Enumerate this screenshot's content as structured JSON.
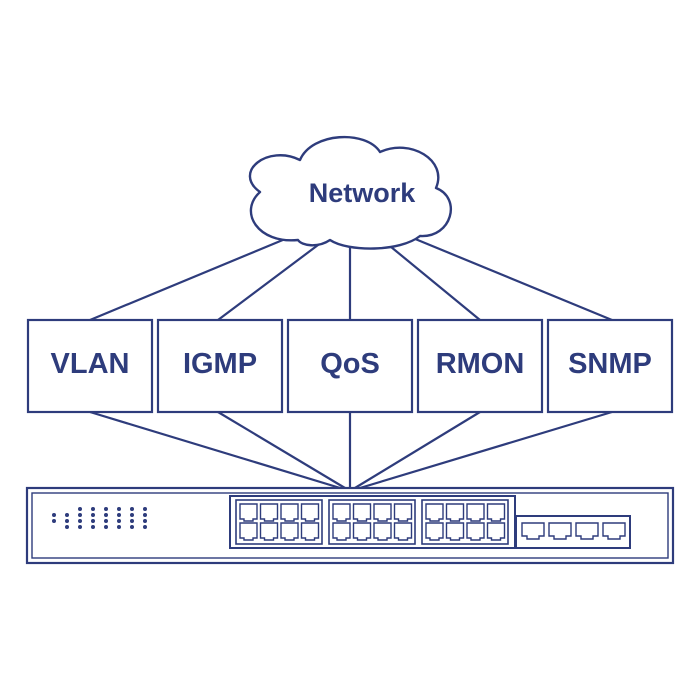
{
  "colors": {
    "stroke": "#2e3c7c",
    "background": "#ffffff"
  },
  "cloud": {
    "label": "Network"
  },
  "features": [
    {
      "label": "VLAN"
    },
    {
      "label": "IGMP"
    },
    {
      "label": "QoS"
    },
    {
      "label": "RMON"
    },
    {
      "label": "SNMP"
    }
  ],
  "switch": {
    "icon": "network-switch-icon",
    "copper_port_groups": 3,
    "ports_per_group": 8,
    "sfp_ports": 4
  }
}
